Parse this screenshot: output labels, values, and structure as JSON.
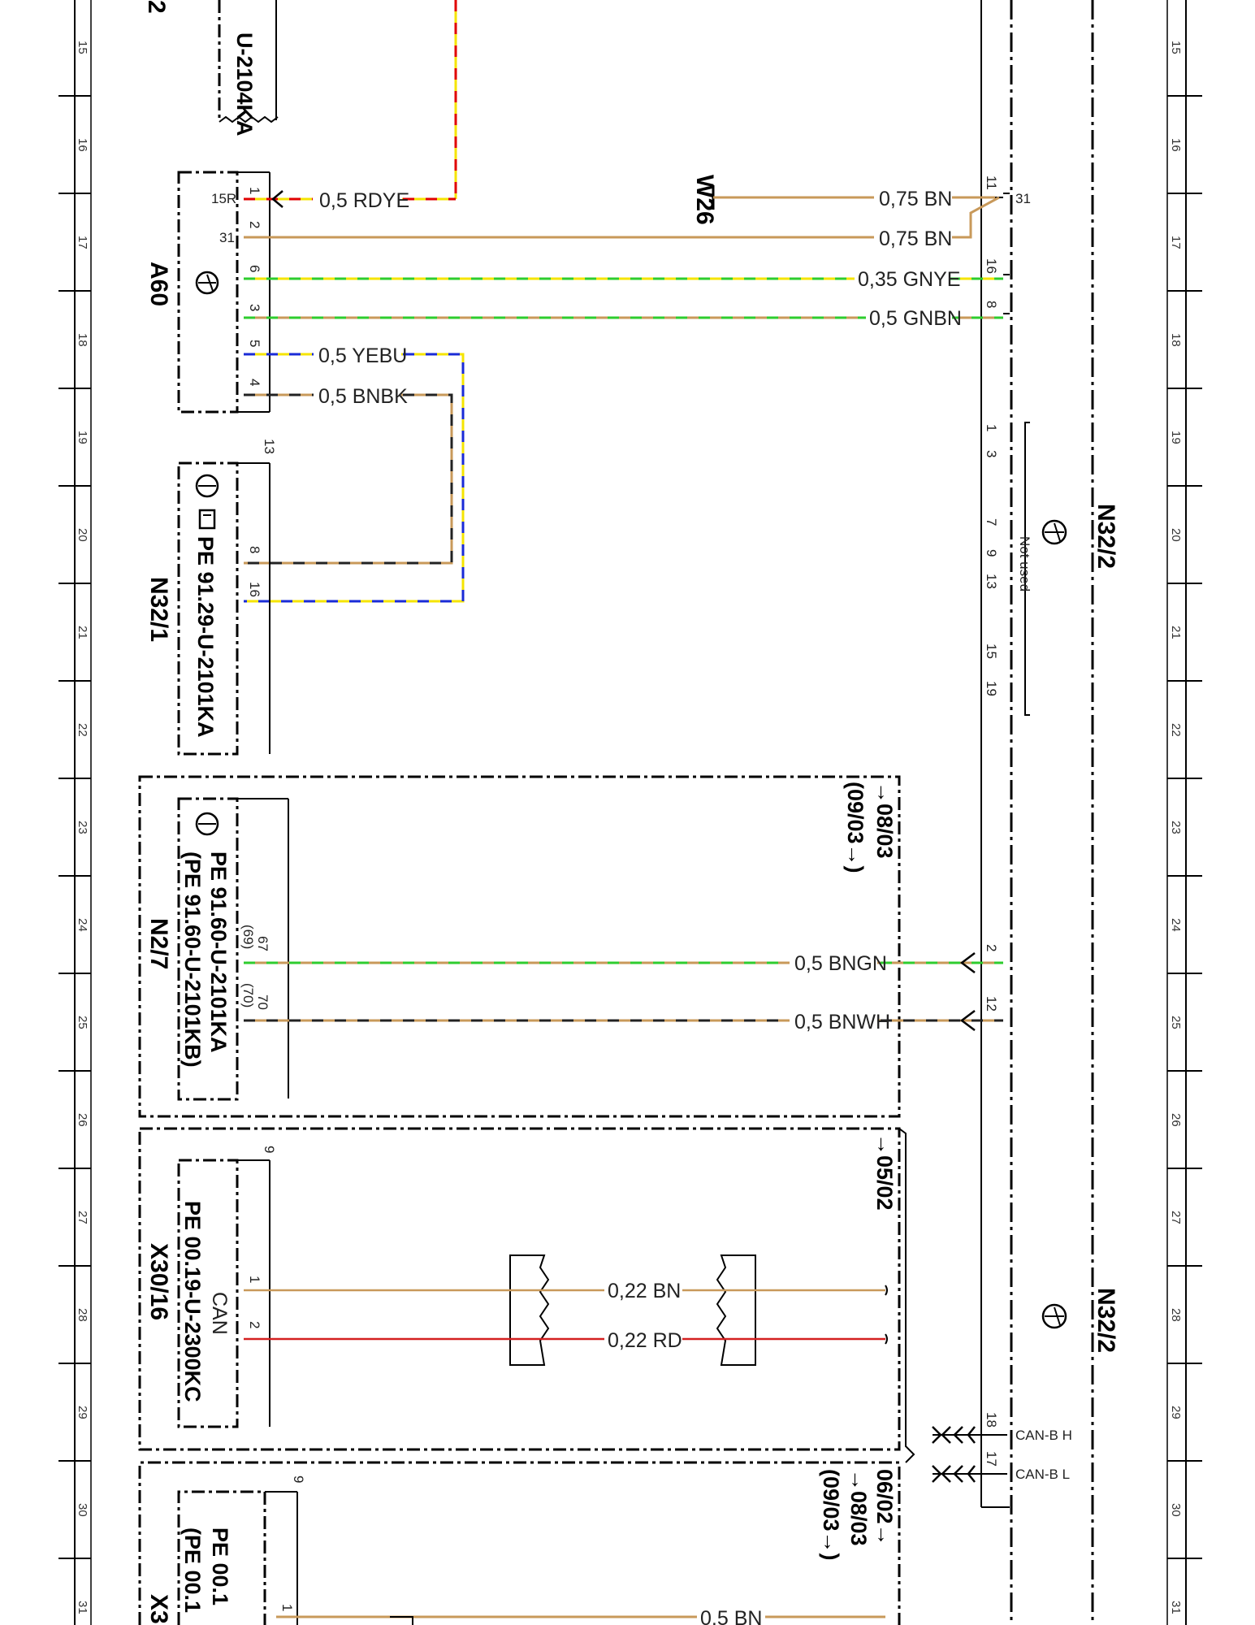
{
  "ruler_numbers": [
    "15",
    "16",
    "17",
    "18",
    "19",
    "20",
    "21",
    "22",
    "23",
    "24",
    "25",
    "26",
    "27",
    "28",
    "29",
    "30",
    "31"
  ],
  "components": {
    "top_ref": "U-2104KA",
    "top_corner": "2",
    "a60": "A60",
    "w26": "W26",
    "n32_1": "N32/1",
    "n32_1_ref": "PE 91.29-U-2101KA",
    "n2_7": "N2/7",
    "n2_7_ref_a": "PE 91.60-U-2101KA",
    "n2_7_ref_b": "(PE 91.60-U-2101KB)",
    "x30_16": "X30/16",
    "x30_16_ref": "PE 00.19-U-2300KC",
    "x30_16_can": "CAN",
    "n32_2_top": "N32/2",
    "n32_2_bottom": "N32/2",
    "x3_bottom": "X3",
    "bottom_ref_a": "PE 00.1",
    "bottom_ref_b": "(PE 00.1"
  },
  "date_codes": {
    "n2_7_a": "→08/03",
    "n2_7_b": "(09/03→)",
    "x30_a": "→05/02",
    "bottom_a": "06/02→",
    "bottom_b": "→08/03",
    "bottom_c": "(09/03→)"
  },
  "wires": [
    {
      "id": "w1",
      "label": "0,5 RDYE",
      "colors": [
        "#e00000",
        "#f5e400"
      ]
    },
    {
      "id": "w2",
      "label": "0,75 BN",
      "colors": [
        "#c8995a"
      ]
    },
    {
      "id": "w3",
      "label": "0,75 BN",
      "colors": [
        "#c8995a"
      ]
    },
    {
      "id": "w4",
      "label": "0,35 GNYE",
      "colors": [
        "#2ecc2e",
        "#f5e400"
      ]
    },
    {
      "id": "w5",
      "label": "0,5 GNBN",
      "colors": [
        "#2ecc2e",
        "#c8995a"
      ]
    },
    {
      "id": "w6",
      "label": "0,5 YEBU",
      "colors": [
        "#f5e400",
        "#1a2bd6"
      ]
    },
    {
      "id": "w7",
      "label": "0,5 BNBK",
      "colors": [
        "#c8995a",
        "#222222"
      ]
    },
    {
      "id": "w8",
      "label": "0,5 BNGN",
      "colors": [
        "#c8995a",
        "#2ecc2e"
      ]
    },
    {
      "id": "w9",
      "label": "0,5 BNWH",
      "colors": [
        "#c8995a",
        "#222222"
      ]
    },
    {
      "id": "w10",
      "label": "0,22 BN",
      "colors": [
        "#c8995a"
      ]
    },
    {
      "id": "w11",
      "label": "0,22 RD",
      "colors": [
        "#d42020"
      ]
    },
    {
      "id": "w12",
      "label": "0,5 BN",
      "colors": [
        "#c8995a"
      ]
    }
  ],
  "pins": {
    "a60_15r": "15R",
    "a60_1": "1",
    "a60_31": "31",
    "a60_2": "2",
    "a60_6": "6",
    "a60_3": "3",
    "a60_5": "5",
    "a60_4": "4",
    "n32_1_13": "13",
    "n32_1_8": "8",
    "n32_1_16": "16",
    "n2_7_67": "67",
    "n2_7_69": "(69)",
    "n2_7_70": "70",
    "n2_7_70b": "(70)",
    "x30_9": "9",
    "x30_1": "1",
    "x30_2": "2",
    "bot_9": "9",
    "bot_1": "1",
    "n32_2_11": "11",
    "n32_2_31": "31",
    "n32_2_16": "16",
    "n32_2_8": "8",
    "n32_2_2": "2",
    "n32_2_12": "12",
    "n32_2_18": "18",
    "n32_2_17": "17",
    "nu_1": "1",
    "nu_3": "3",
    "nu_7": "7",
    "nu_9": "9",
    "nu_13": "13",
    "nu_15": "15",
    "nu_19": "19"
  },
  "not_used": "Not used",
  "can_bh": "CAN-B H",
  "can_bl": "CAN-B L"
}
